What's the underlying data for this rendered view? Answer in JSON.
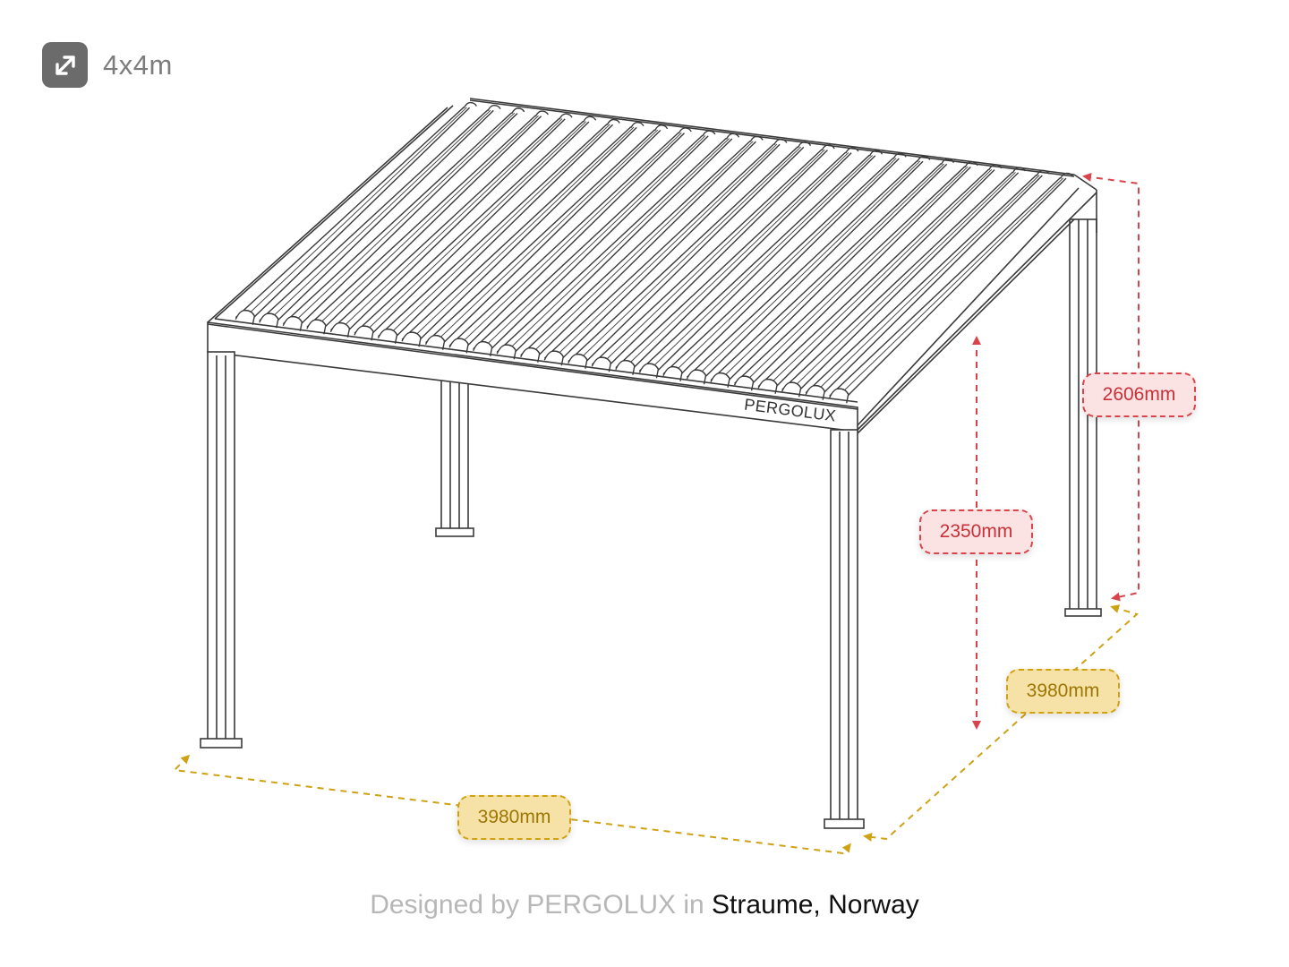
{
  "size_badge": {
    "icon": "expand-arrows-icon",
    "label": "4x4m"
  },
  "brand_mark": "PERGOLUX",
  "dimensions": {
    "total_height": "2606mm",
    "clear_height": "2350mm",
    "depth": "3980mm",
    "width": "3980mm"
  },
  "credit": {
    "prefix": "Designed by PERGOLUX in",
    "place": "Straume, Norway"
  },
  "colors": {
    "height_accent": "#d9434b",
    "width_accent": "#cfa216",
    "line": "#3a3a3a",
    "badge": "#6b6b6b"
  }
}
